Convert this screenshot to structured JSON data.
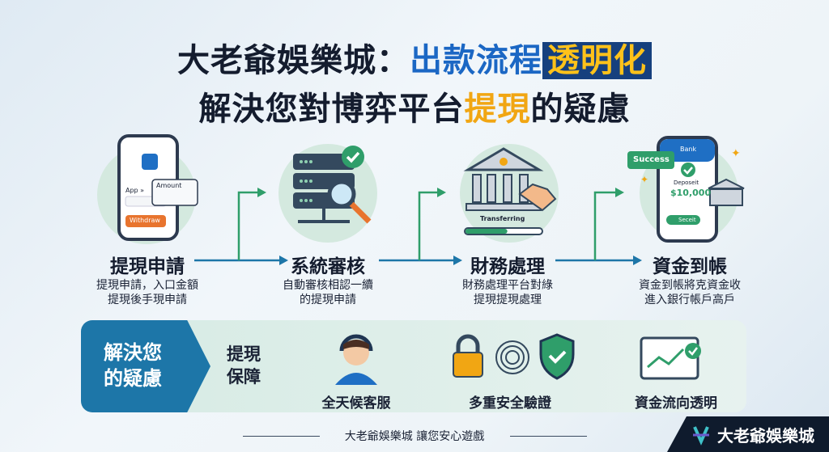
{
  "title": {
    "line1_a": "大老爺娛樂城：",
    "line1_b": "出款流程",
    "line1_c": "透明化",
    "line2_a": "解決您對博弈平台",
    "line2_b": "提現",
    "line2_c": "的疑慮"
  },
  "steps": [
    {
      "title": "提現申請",
      "desc1": "提現申請，入口金額",
      "desc2": "提現後手現申請",
      "icon": "phone-withdraw-icon",
      "labels": {
        "app": "App »",
        "amount": "Amount",
        "button": "Withdraw"
      }
    },
    {
      "title": "系統審核",
      "desc1": "自動審核相認一續",
      "desc2": "的提現申請",
      "icon": "server-check-icon"
    },
    {
      "title": "財務處理",
      "desc1": "財務處理平台對綠",
      "desc2": "提現提現處理",
      "icon": "bank-handshake-icon",
      "labels": {
        "status": "Transferring"
      },
      "progress": 0.55
    },
    {
      "title": "資金到帳",
      "desc1": "資金到帳將克資金收",
      "desc2": "進入銀行帳戶高戶",
      "icon": "phone-success-icon",
      "labels": {
        "bank": "Bank",
        "success": "Success",
        "deposit": "Deposeit",
        "amount": "$10,000",
        "button": "Seceit"
      }
    }
  ],
  "guarantee": {
    "tag": "解決您的疑慮",
    "heading": "提現保障",
    "features": [
      {
        "label": "全天候客服",
        "icon": "headset-icon"
      },
      {
        "label": "多重安全驗證",
        "icon": "lock-fingerprint-shield-icon"
      },
      {
        "label": "資金流向透明",
        "icon": "chart-check-icon"
      }
    ]
  },
  "footer": {
    "text": "大老爺娛樂城 讓您安心遊戲",
    "brand": "大老爺娛樂城"
  },
  "colors": {
    "navy": "#141c2e",
    "blue": "#1b67c4",
    "accent": "#ffc21a",
    "green": "#2f9e6a",
    "teal": "#1d76a8"
  }
}
